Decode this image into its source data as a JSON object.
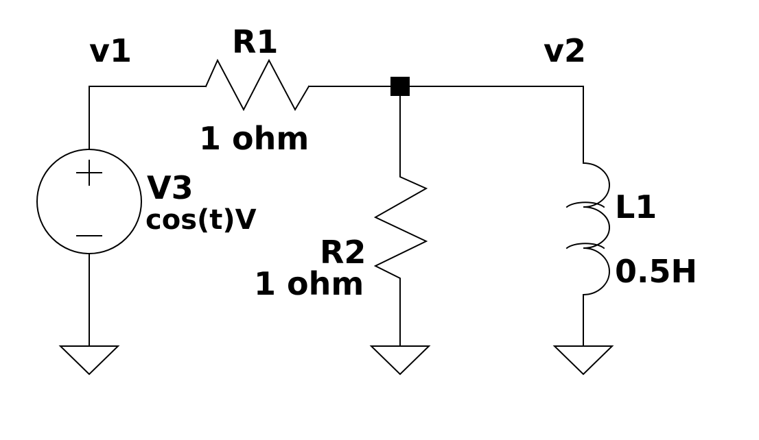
{
  "nodes": {
    "v1": "v1",
    "v2": "v2"
  },
  "components": {
    "R1": {
      "name": "R1",
      "value": "1 ohm"
    },
    "R2": {
      "name": "R2",
      "value": "1 ohm"
    },
    "V3": {
      "name": "V3",
      "value": "cos(t)V"
    },
    "L1": {
      "name": "L1",
      "value": "0.5H"
    }
  },
  "colors": {
    "line": "#000000",
    "background": "#ffffff"
  }
}
